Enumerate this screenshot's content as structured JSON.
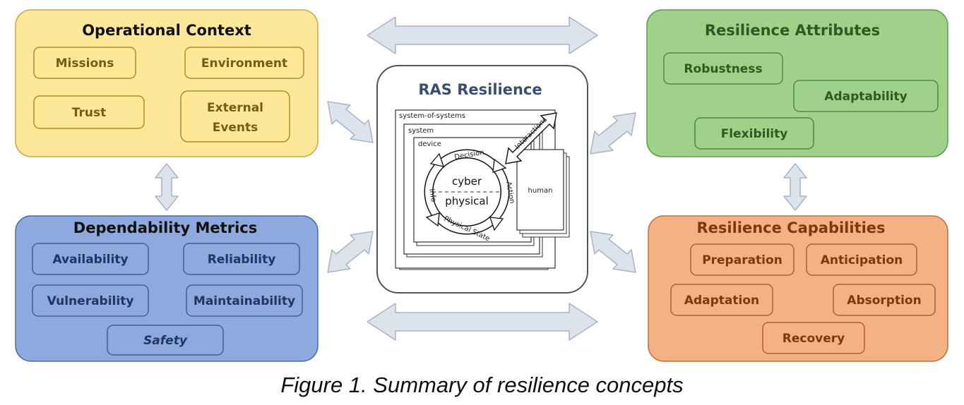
{
  "operational_context": {
    "title": "Operational Context",
    "items": [
      "Missions",
      "Environment",
      "Trust",
      "External",
      "Events"
    ]
  },
  "dependability_metrics": {
    "title": "Dependability Metrics",
    "items": [
      "Availability",
      "Reliability",
      "Vulnerability",
      "Maintainability",
      "Safety"
    ]
  },
  "resilience_attributes": {
    "title": "Resilience Attributes",
    "items": [
      "Robustness",
      "Adaptability",
      "Flexibility"
    ]
  },
  "resilience_capabilities": {
    "title": "Resilience Capabilities",
    "items": [
      "Preparation",
      "Anticipation",
      "Adaptation",
      "Absorption",
      "Recovery"
    ]
  },
  "ras_resilience": {
    "title": "RAS Resilience",
    "layers": [
      "system-of-systems",
      "system",
      "device"
    ],
    "human": "human",
    "interactions": "Interactions",
    "cycle": {
      "decision": "Decision",
      "action": "Action",
      "physical_state": "Physical State",
      "info": "Info"
    },
    "cyber": "cyber",
    "physical": "physical"
  },
  "caption": "Figure 1. Summary of resilience concepts",
  "colors": {
    "yellow_fill": "#fde89a",
    "yellow_stroke": "#caa64a",
    "yellow_text": "#7a5a10",
    "blue_fill": "#8ea9dd",
    "blue_stroke": "#4b6cae",
    "blue_text": "#1f3564",
    "green_fill": "#9fd18b",
    "green_stroke": "#5e9a4c",
    "green_text": "#2e5a22",
    "orange_fill": "#f4b183",
    "orange_stroke": "#c0703a",
    "orange_text": "#7a3a10",
    "arrow_fill": "#dde3ec",
    "arrow_stroke": "#a9b3c4"
  }
}
